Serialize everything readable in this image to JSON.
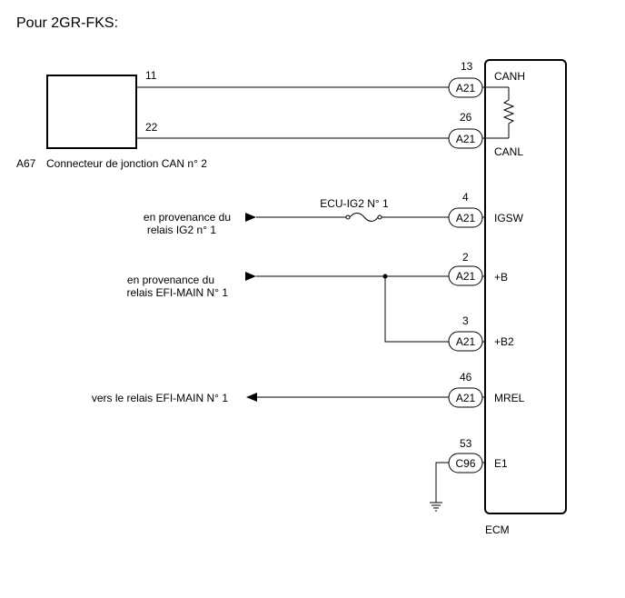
{
  "title": "Pour 2GR-FKS:",
  "junction_connector": {
    "code": "A67",
    "label": "Connecteur de jonction CAN n° 2"
  },
  "ecm_label": "ECM",
  "fuse_label": "ECU-IG2 N° 1",
  "wires": {
    "canh": {
      "left_pin": "11",
      "pin": "13",
      "connector": "A21",
      "signal": "CANH"
    },
    "canl": {
      "left_pin": "22",
      "pin": "26",
      "connector": "A21",
      "signal": "CANL"
    },
    "igsw": {
      "pin": "4",
      "connector": "A21",
      "signal": "IGSW",
      "source_line1": "en provenance du",
      "source_line2": "relais IG2 n° 1"
    },
    "b": {
      "pin": "2",
      "connector": "A21",
      "signal": "+B",
      "source_line1": "en provenance du",
      "source_line2": "relais EFI-MAIN N° 1"
    },
    "b2": {
      "pin": "3",
      "connector": "A21",
      "signal": "+B2"
    },
    "mrel": {
      "pin": "46",
      "connector": "A21",
      "signal": "MREL",
      "dest": "vers le relais EFI-MAIN N° 1"
    },
    "e1": {
      "pin": "53",
      "connector": "C96",
      "signal": "E1"
    }
  }
}
